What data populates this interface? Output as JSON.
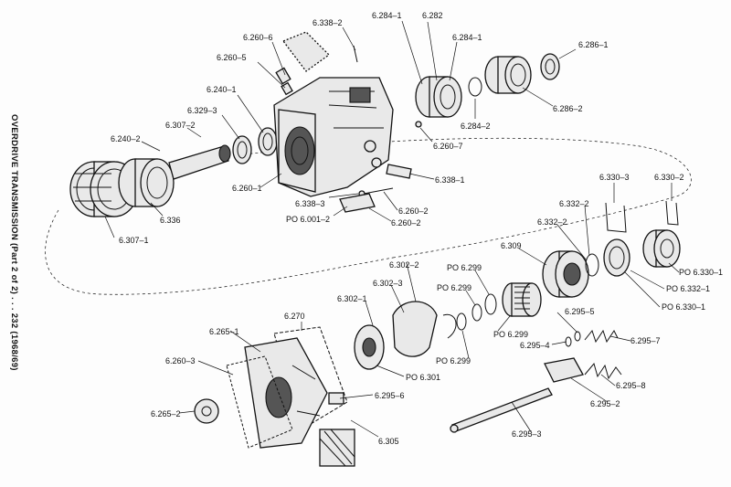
{
  "title": "OVERDRIVE TRANSMISSION (Part 2 of 2) . . . 232 (1968/69)",
  "labels": {
    "l6338_2": "6.338–2",
    "l6260_6": "6.260–6",
    "l6260_5": "6.260–5",
    "l6284_1a": "6.284–1",
    "l6282": "6.282",
    "l6284_1b": "6.284–1",
    "l6286_1": "6.286–1",
    "l6240_1": "6.240–1",
    "l6329_3": "6.329–3",
    "l6307_2": "6.307–2",
    "l6240_2": "6.240–2",
    "l6286_2": "6.286–2",
    "l6284_2": "6.284–2",
    "l6260_7": "6.260–7",
    "l6338_1": "6.338–1",
    "l6260_1": "6.260–1",
    "l6338_3": "6.338–3",
    "l6260_2a": "6.260–2",
    "lpo6001_2": "PO 6.001–2",
    "l6260_2b": "6.260–2",
    "l6336": "6.336",
    "l6307_1": "6.307–1",
    "l6330_3": "6.330–3",
    "l6330_2": "6.330–2",
    "l6332_2a": "6.332–2",
    "l6332_2b": "6.332–2",
    "l6309": "6.309",
    "lpo6330_1a": "PO 6.330–1",
    "lpo6332_1": "PO 6.332–1",
    "lpo6330_1b": "PO 6.330–1",
    "lpo6299a": "PO 6.299",
    "lpo6299b": "PO 6.299",
    "l6302_2": "6.302–2",
    "l6302_3": "6.302–3",
    "l6302_1": "6.302–1",
    "lpo6299c": "PO 6.299",
    "lpo6299d": "PO 6.299",
    "l6295_5": "6.295–5",
    "l6295_4": "6.295–4",
    "l6295_7": "6.295–7",
    "l6270": "6.270",
    "l6265_1": "6.265–1",
    "lpo6301": "PO 6.301",
    "l6260_3": "6.260–3",
    "l6295_6": "6.295–6",
    "l6295_8": "6.295–8",
    "l6295_2": "6.295–2",
    "l6265_2": "6.265–2",
    "l6305": "6.305",
    "l6295_3": "6.295–3"
  }
}
